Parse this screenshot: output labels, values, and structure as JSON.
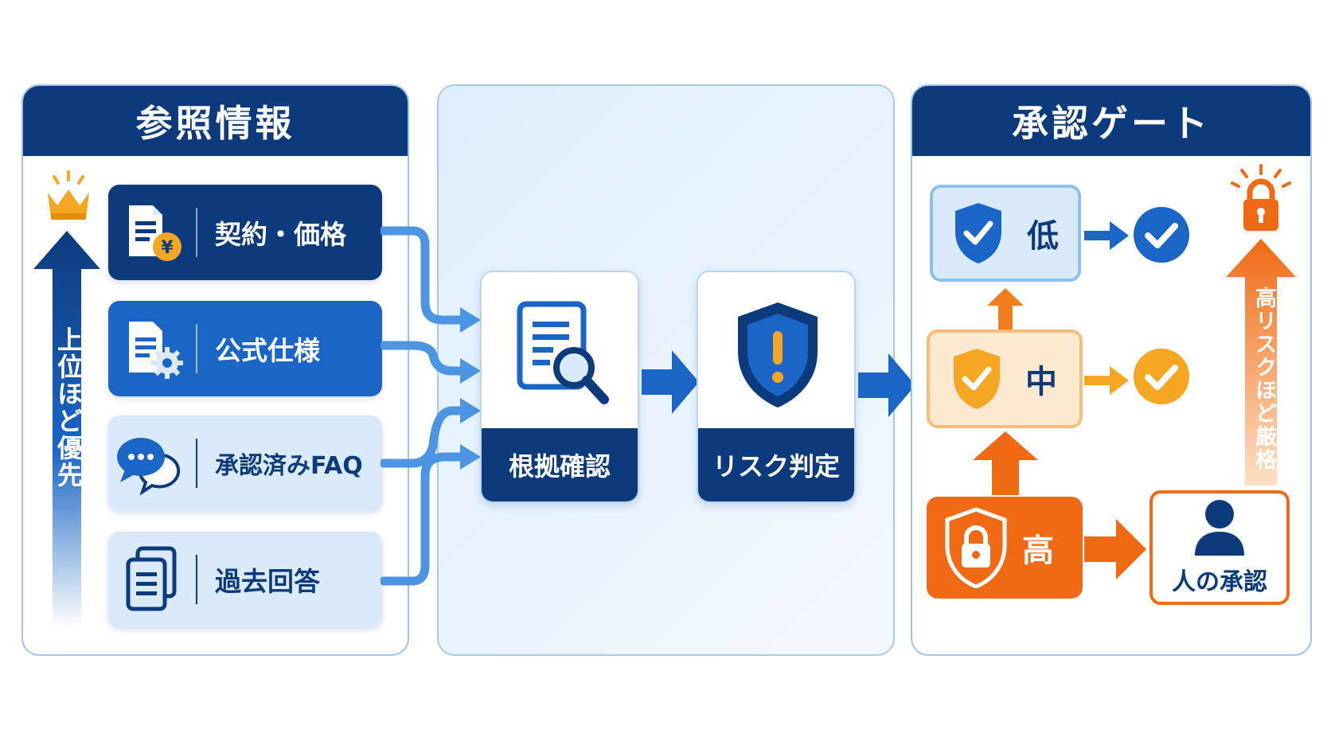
{
  "panels": {
    "reference_title": "参照情報",
    "approval_title": "承認ゲート"
  },
  "priority": {
    "label": "上位ほど優先"
  },
  "sources": [
    {
      "label": "契約・価格"
    },
    {
      "label": "公式仕様"
    },
    {
      "label": "承認済みFAQ"
    },
    {
      "label": "過去回答"
    }
  ],
  "process": {
    "evidence_label": "根拠確認",
    "risk_label": "リスク判定"
  },
  "risk_levels": {
    "low": "低",
    "medium": "中",
    "high": "高"
  },
  "human_approval_label": "人の承認",
  "strictness_label": "高リスクほど厳格",
  "colors": {
    "navy": "#0d3a7c",
    "blue": "#1a65c6",
    "light_blue": "#dbeafb",
    "orange": "#f06a16",
    "light_orange": "#fde8d2",
    "gold": "#f5a623"
  }
}
